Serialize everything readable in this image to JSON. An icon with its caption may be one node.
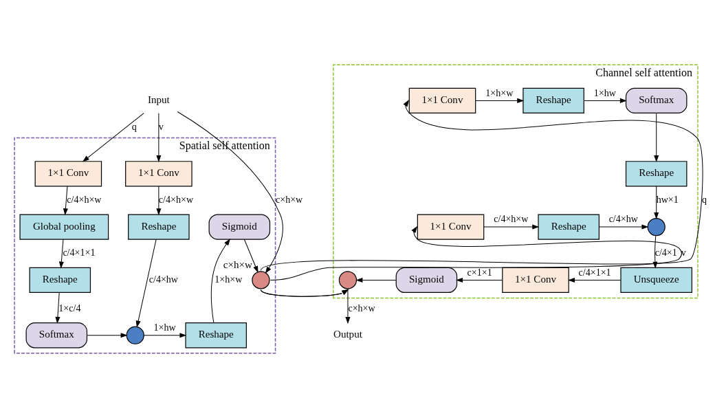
{
  "diagram": {
    "nodes": [
      {
        "text": [
          "Input"
        ]
      },
      {
        "text": [
          "Spatial self attention"
        ]
      },
      {
        "text": [
          "1×1 Conv"
        ],
        "in": 1
      },
      {
        "text": [
          "Global pooling"
        ],
        "in": 1
      },
      {
        "text": [
          "Reshape"
        ],
        "in": 1
      },
      {
        "text": [
          "Softmax"
        ],
        "in": 1
      },
      {
        "text": [
          "1×1 Conv"
        ],
        "in": 1
      },
      {
        "text": [
          "Reshape"
        ],
        "in": 1
      },
      {
        "text": [],
        "shape": "circle",
        "in": 1
      },
      {
        "text": [
          "Reshape"
        ],
        "in": 1
      },
      {
        "text": [
          "Sigmoid"
        ],
        "in": 1
      },
      {
        "text": [],
        "shape": "circle",
        "in": 1,
        "beside": [
          "c×h×w"
        ]
      },
      {
        "text": [
          "Channel self attention"
        ]
      },
      {
        "text": [
          "1×1 Conv"
        ],
        "in": 12
      },
      {
        "text": [
          "Reshape"
        ],
        "in": 12
      },
      {
        "text": [
          "Softmax"
        ],
        "in": 12
      },
      {
        "text": [
          "Reshape"
        ],
        "in": 12
      },
      {
        "text": [
          "1×1 Conv"
        ],
        "in": 12
      },
      {
        "text": [
          "Reshape"
        ],
        "in": 12
      },
      {
        "text": [],
        "shape": "circle",
        "in": 12
      },
      {
        "text": [
          "Unsqueeze"
        ],
        "in": 12
      },
      {
        "text": [
          "1×1 Conv"
        ],
        "in": 12
      },
      {
        "text": [
          "Sigmoid"
        ],
        "in": 12
      },
      {
        "text": [],
        "shape": "circle",
        "in": 12
      },
      {
        "text": [
          "Output"
        ]
      }
    ],
    "edges": [
      {
        "from": 0,
        "to": 2,
        "arrow": "to",
        "label": "q"
      },
      {
        "from": 0,
        "to": 6,
        "arrow": "to",
        "label": "v"
      },
      {
        "from": 0,
        "to": 11,
        "arrow": "to",
        "label": "c×h×w"
      },
      {
        "from": 2,
        "to": 3,
        "arrow": "to",
        "label": "c/4×h×w"
      },
      {
        "from": 3,
        "to": 4,
        "arrow": "to",
        "label": "c/4×1×1"
      },
      {
        "from": 4,
        "to": 5,
        "arrow": "to",
        "label": "1×c/4"
      },
      {
        "from": 5,
        "to": 8,
        "arrow": "to"
      },
      {
        "from": 6,
        "to": 7,
        "arrow": "to",
        "label": "c/4×h×w"
      },
      {
        "from": 7,
        "to": 8,
        "arrow": "to",
        "label": "c/4×hw"
      },
      {
        "from": 8,
        "to": 9,
        "arrow": "to",
        "label": "1×hw"
      },
      {
        "from": 9,
        "to": 10,
        "arrow": "to",
        "label": "1×h×w"
      },
      {
        "from": 10,
        "to": 11,
        "arrow": "to"
      },
      {
        "from": 11,
        "to": 13,
        "arrow": "to",
        "label": "q"
      },
      {
        "from": 11,
        "to": 17,
        "arrow": "to",
        "label": "v"
      },
      {
        "from": 11,
        "to": 23,
        "arrow": "to"
      },
      {
        "from": 13,
        "to": 14,
        "arrow": "to",
        "label": "1×h×w"
      },
      {
        "from": 14,
        "to": 15,
        "arrow": "to",
        "label": "1×hw"
      },
      {
        "from": 15,
        "to": 16,
        "arrow": "to"
      },
      {
        "from": 16,
        "to": 19,
        "arrow": "to",
        "label": "hw×1"
      },
      {
        "from": 17,
        "to": 18,
        "arrow": "to",
        "label": "c/4×h×w"
      },
      {
        "from": 18,
        "to": 19,
        "arrow": "to",
        "label": "c/4×hw"
      },
      {
        "from": 19,
        "to": 20,
        "arrow": "to",
        "label": "c/4×1"
      },
      {
        "from": 20,
        "to": 21,
        "arrow": "to",
        "label": "c/4×1×1"
      },
      {
        "from": 21,
        "to": 22,
        "arrow": "to",
        "label": "c×1×1"
      },
      {
        "from": 22,
        "to": 23,
        "arrow": "to"
      },
      {
        "from": 23,
        "to": 24,
        "arrow": "to",
        "label": "c×h×w"
      }
    ]
  }
}
